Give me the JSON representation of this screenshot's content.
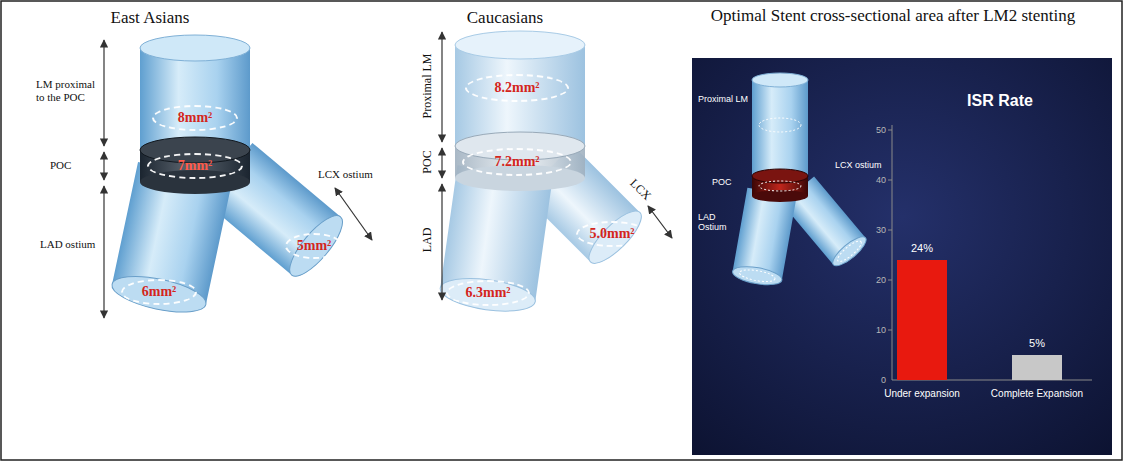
{
  "diagram": {
    "nodes": [
      {
        "text": [
          "8mm²"
        ]
      },
      {
        "text": [
          "7mm²"
        ]
      },
      {
        "text": [
          "6mm²"
        ]
      },
      {
        "text": [
          "5mm²"
        ]
      },
      {
        "text": [
          "8.2mm²"
        ]
      },
      {
        "text": [
          "7.2mm²"
        ]
      },
      {
        "text": [
          "6.3mm²"
        ]
      },
      {
        "text": [
          "5.0mm²"
        ]
      }
    ],
    "labels": [
      "East Asians",
      "LM proximal to the POC",
      "POC",
      "LCX ostium",
      "LAD ostium",
      "Caucasians",
      "Proximal LM",
      "POC",
      "LCX",
      "LAD",
      "Optimal Stent cross-sectional area after LM2 stenting",
      "Proximal LM",
      "POC",
      "LCX ostium",
      "LAD Ostium",
      "ISR Rate",
      "50",
      "40",
      "30",
      "20",
      "10",
      "0",
      "24%",
      "5%",
      "Under expansion",
      "Complete Expansion"
    ]
  }
}
